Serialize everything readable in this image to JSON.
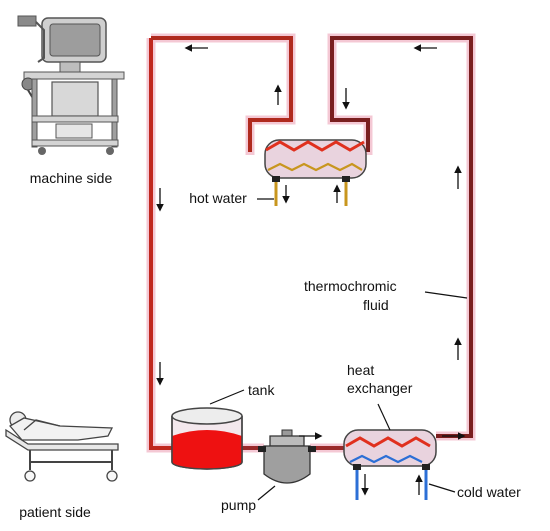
{
  "labels": {
    "machine_side": "machine side",
    "patient_side": "patient side",
    "hot_water": "hot water",
    "cold_water": "cold water",
    "tank": "tank",
    "pump": "pump",
    "thermo_line1": "thermochromic",
    "thermo_line2": "fluid",
    "heat_line1": "heat",
    "heat_line2": "exchanger"
  },
  "colors": {
    "pipe_hot": "#c0281e",
    "pipe_dark": "#7a1f1f",
    "pipe_glow": "#f4c8d4",
    "hot_coil": "#e0301e",
    "hot_water_pipe": "#c8961e",
    "cold_water_pipe": "#2c6fd6",
    "cold_coil": "#2c6fd6",
    "tank_fluid": "#ee1111",
    "device_gray": "#b8b8b8"
  },
  "icons": [
    "ultrasound-machine-icon",
    "patient-bed-icon",
    "tank-icon",
    "pump-icon",
    "heat-exchanger-icon",
    "flow-arrow-icon"
  ]
}
